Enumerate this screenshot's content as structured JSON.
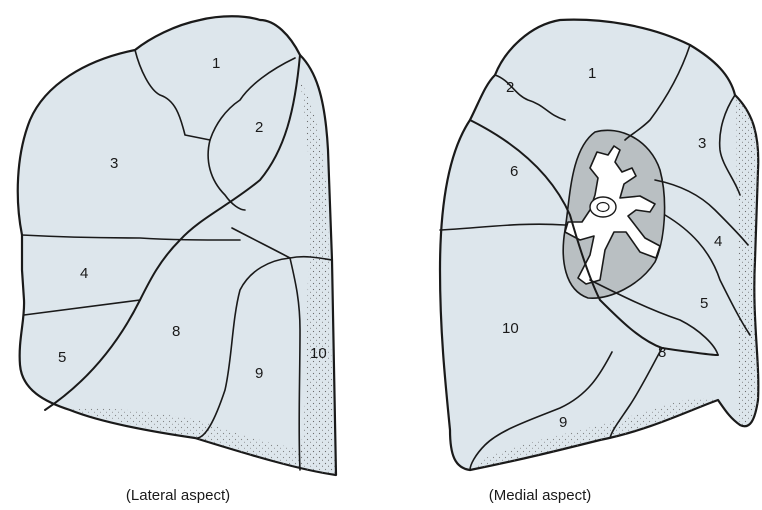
{
  "lateral": {
    "caption": "(Lateral aspect)",
    "segments": [
      "1",
      "2",
      "3",
      "4",
      "5",
      "8",
      "9",
      "10"
    ]
  },
  "medial": {
    "caption": "(Medial aspect)",
    "segments": [
      "1",
      "2",
      "3",
      "4",
      "5",
      "6",
      "8",
      "9",
      "10"
    ]
  },
  "colors": {
    "lung_fill": "#dde6ec",
    "hilum_fill": "#b9bfc2",
    "outline": "#1a1a1a"
  }
}
